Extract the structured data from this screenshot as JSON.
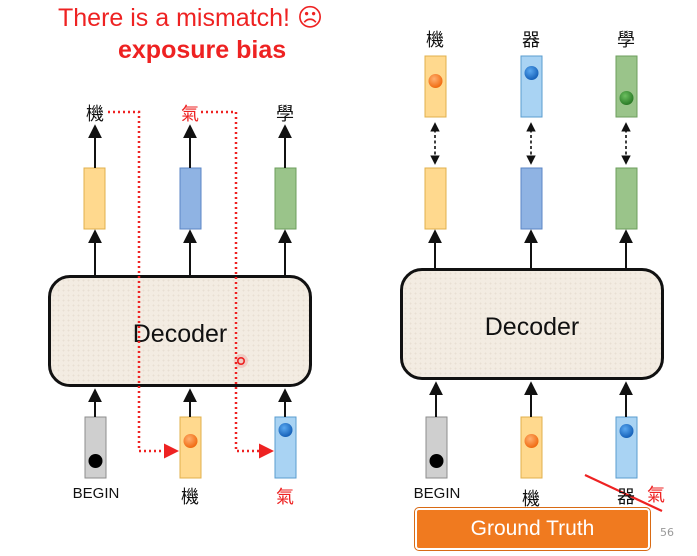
{
  "title": "There is a mismatch! ☹",
  "subtitle": "exposure bias",
  "left": {
    "decoder_label": "Decoder",
    "outputs": [
      "機",
      "氣",
      "學"
    ],
    "inputs": [
      "BEGIN",
      "機",
      "氣"
    ]
  },
  "right": {
    "decoder_label": "Decoder",
    "targets": [
      "機",
      "器",
      "學"
    ],
    "inputs": [
      "BEGIN",
      "機",
      "器"
    ],
    "correction": "氣",
    "ground_truth_label": "Ground Truth"
  },
  "page_number": "56",
  "colors": {
    "red": "#ee2222",
    "yellow_fill": "#ffd98e",
    "blue_fill": "#8fb3e3",
    "green_fill": "#9ac48a",
    "light_blue_fill": "#a9d3f3",
    "gray_fill": "#cfcfcf",
    "orange_dot": "#f47b20",
    "blue_dot": "#1f77d0",
    "green_dot": "#3e9a3a",
    "ground_truth_bg": "#f07a1f"
  }
}
